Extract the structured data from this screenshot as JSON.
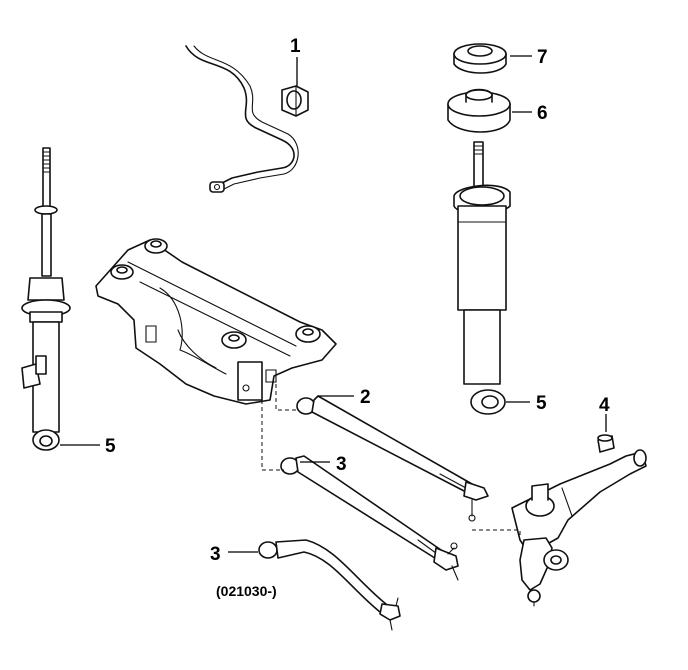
{
  "diagram": {
    "callouts": {
      "c1": "1",
      "c2": "2",
      "c3a": "3",
      "c3b": "3",
      "c4": "4",
      "c5a": "5",
      "c5b": "5",
      "c6": "6",
      "c7": "7"
    },
    "note": "(021030-)",
    "parts": [
      "stabilizer-bar",
      "stabilizer-bushing",
      "shock-absorber-left",
      "shock-absorber-right",
      "shock-upper-mount",
      "shock-cap",
      "rear-subframe",
      "upper-link",
      "lower-link",
      "lower-link-variant",
      "trailing-arm",
      "arm-bushing"
    ],
    "colors": {
      "line": "#111111",
      "background": "#ffffff"
    }
  }
}
